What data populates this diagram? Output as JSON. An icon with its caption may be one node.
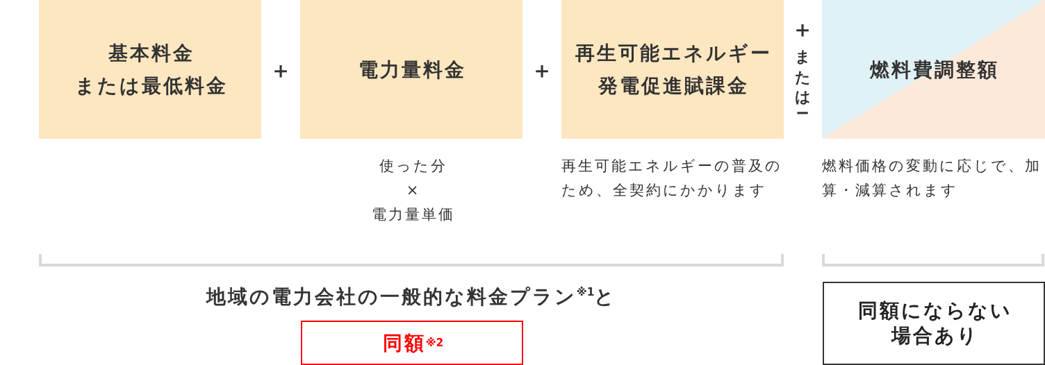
{
  "diagram": {
    "nodes": [
      {
        "text": [
          "基本料金または最低料金"
        ]
      },
      {
        "text": [
          "電力量料金"
        ],
        "beside": [
          "使った分×電力量単価"
        ]
      },
      {
        "text": [
          "再生可能エネルギー発電促進賦課金"
        ],
        "beside": [
          "再生可能エネルギーの普及のため、全契約にかかります"
        ]
      },
      {
        "text": [
          "燃料費調整額"
        ],
        "beside": [
          "燃料価格の変動に応じで、加算・減算されます"
        ]
      },
      {
        "text": [
          "同額$^{※2}$"
        ]
      },
      {
        "text": [
          "同額にならない場合あり"
        ]
      }
    ],
    "labels": [
      "＋",
      "＋",
      "＋",
      "または",
      "－",
      "地域の電力会社の一般的な料金プラン$^{※1}$と"
    ]
  }
}
